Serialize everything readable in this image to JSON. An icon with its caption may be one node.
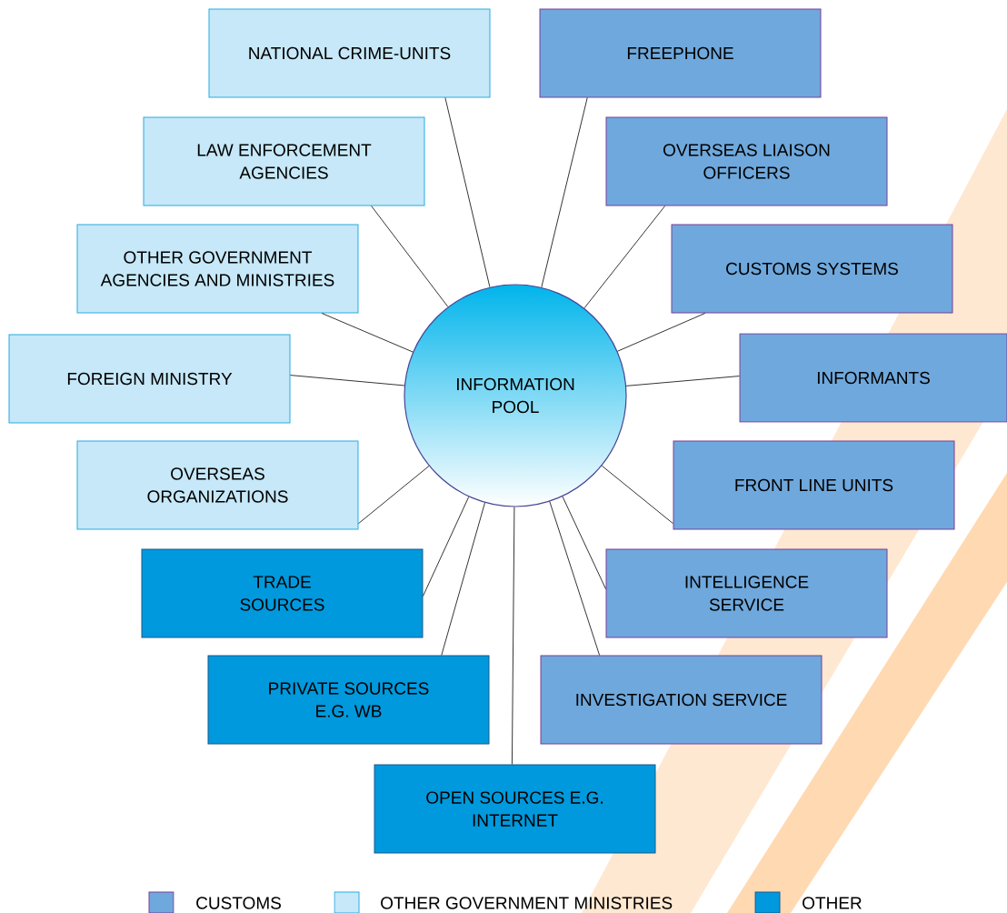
{
  "diagram": {
    "nodes": [
      {
        "text": [
          "INFORMATION POOL"
        ]
      },
      {
        "text": [
          "NATIONAL CRIME-UNITS"
        ]
      },
      {
        "text": [
          "FREEPHONE"
        ]
      },
      {
        "text": [
          "LAW ENFORCEMENT AGENCIES"
        ]
      },
      {
        "text": [
          "OVERSEAS LIAISON OFFICERS"
        ]
      },
      {
        "text": [
          "OTHER GOVERNMENT AGENCIES AND MINISTRIES"
        ]
      },
      {
        "text": [
          "CUSTOMS SYSTEMS"
        ]
      },
      {
        "text": [
          "FOREIGN MINISTRY"
        ]
      },
      {
        "text": [
          "INFORMANTS"
        ]
      },
      {
        "text": [
          "OVERSEAS ORGANIZATIONS"
        ]
      },
      {
        "text": [
          "FRONT LINE UNITS"
        ]
      },
      {
        "text": [
          "TRADE SOURCES"
        ]
      },
      {
        "text": [
          "INTELLIGENCE SERVICE"
        ]
      },
      {
        "text": [
          "PRIVATE SOURCES E.G. WB"
        ]
      },
      {
        "text": [
          "INVESTIGATION SERVICE"
        ]
      },
      {
        "text": [
          "OPEN SOURCES E.G. INTERNET"
        ]
      }
    ],
    "edges": [
      {
        "from": 0,
        "to": 1,
        "arrow": "none"
      },
      {
        "from": 0,
        "to": 2,
        "arrow": "none"
      },
      {
        "from": 0,
        "to": 3,
        "arrow": "none"
      },
      {
        "from": 0,
        "to": 4,
        "arrow": "none"
      },
      {
        "from": 0,
        "to": 5,
        "arrow": "none"
      },
      {
        "from": 0,
        "to": 6,
        "arrow": "none"
      },
      {
        "from": 0,
        "to": 7,
        "arrow": "none"
      },
      {
        "from": 0,
        "to": 8,
        "arrow": "none"
      },
      {
        "from": 0,
        "to": 9,
        "arrow": "none"
      },
      {
        "from": 0,
        "to": 10,
        "arrow": "none"
      },
      {
        "from": 0,
        "to": 11,
        "arrow": "none"
      },
      {
        "from": 0,
        "to": 12,
        "arrow": "none"
      },
      {
        "from": 0,
        "to": 13,
        "arrow": "none"
      },
      {
        "from": 0,
        "to": 14,
        "arrow": "none"
      },
      {
        "from": 0,
        "to": 15,
        "arrow": "none"
      }
    ],
    "legend": [
      {
        "text": "CUSTOMS",
        "color": "#6fa8dc"
      },
      {
        "text": "OTHER GOVERNMENT MINISTRIES",
        "color": "#c6e8f8"
      },
      {
        "text": "OTHER",
        "color": "#0099dd"
      }
    ]
  }
}
